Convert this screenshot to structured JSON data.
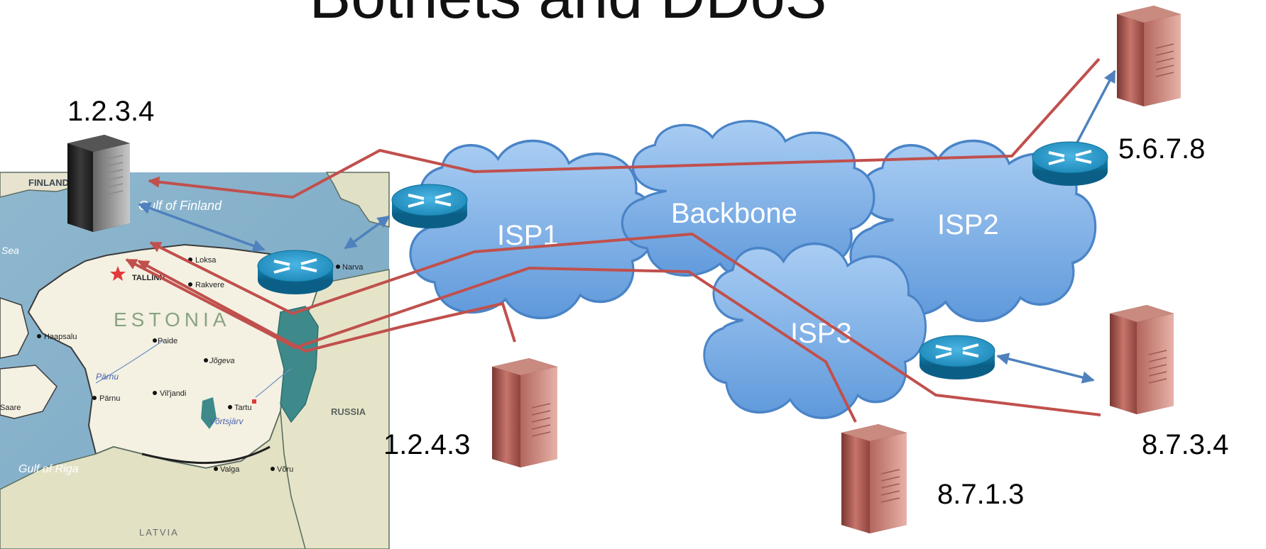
{
  "title": "Botnets and DDoS",
  "clouds": {
    "isp1": "ISP1",
    "backbone": "Backbone",
    "isp2": "ISP2",
    "isp3": "ISP3"
  },
  "hosts": {
    "target": "1.2.3.4",
    "bot_isp1": "1.2.4.3",
    "bot_isp2": "5.6.7.8",
    "bot_isp3": "8.7.1.3",
    "bot_isp3_b": "8.7.3.4"
  },
  "map": {
    "finland": "FINLAND",
    "gulf_of_finland": "Gulf of Finland",
    "estonia": "ESTONIA",
    "russia": "RUSSIA",
    "latvia": "LATVIA",
    "gulf_of_riga": "Gulf of Riga",
    "tallinn": "TALLINN",
    "loksa": "Loksa",
    "rakvere": "Rakvere",
    "narva": "Narva",
    "haapsalu": "Haapsalu",
    "paide": "Paide",
    "jogeva": "Jõgeva",
    "parnu_river": "Pärnu",
    "parnu": "Pärnu",
    "viljandi": "Vil'jandi",
    "tartu": "Tartu",
    "vortsjarv": "Võrtsjärv",
    "valga": "Valga",
    "voru": "Võru",
    "saare": "Saare",
    "sea": "Sea"
  },
  "colors": {
    "attack_line": "#c0504d",
    "link_arrow": "#4f81bd",
    "cloud_fill": "#7eb0e8",
    "cloud_stroke": "#4a84c7",
    "router": "#1a88b5",
    "server_red": "#a0524c",
    "server_black": "#222222"
  }
}
